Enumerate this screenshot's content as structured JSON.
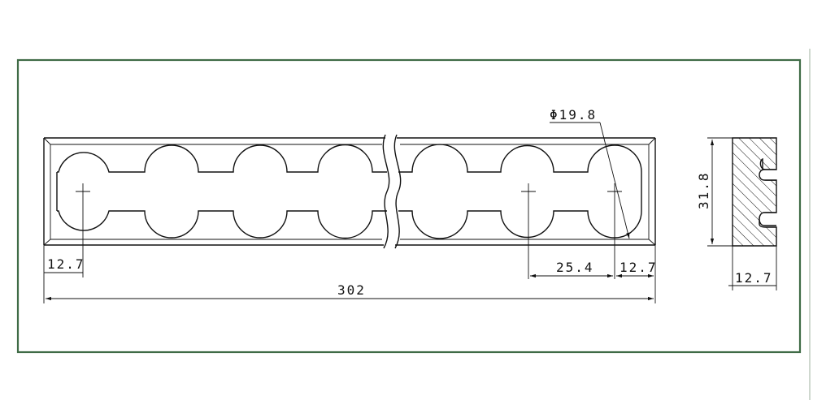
{
  "frame_color": "#3f6b46",
  "line_color": "#111111",
  "dimensions": {
    "diameter": "Φ19.8",
    "offset_left": "12.7",
    "total_length": "302",
    "pitch": "25.4",
    "offset_right": "12.7",
    "height": "31.8",
    "width": "12.7"
  }
}
